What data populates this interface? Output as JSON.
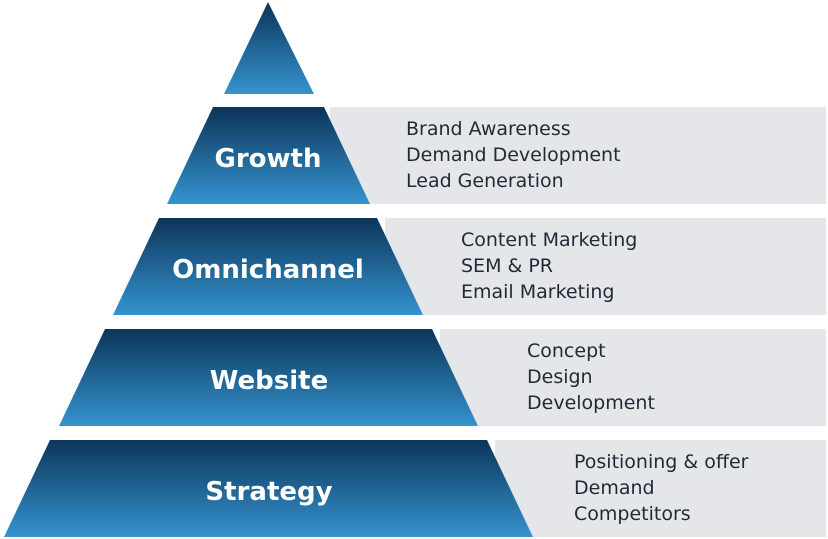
{
  "colors": {
    "tier_dark": "#0c3559",
    "tier_light": "#3593cf",
    "panel": "#e4e6e9",
    "label_text": "#ffffff",
    "item_text": "#1f2a36"
  },
  "pyramid": {
    "apex": {
      "label": ""
    },
    "tiers": [
      {
        "label": "Growth",
        "items": [
          "Brand Awareness",
          "Demand Development",
          "Lead Generation"
        ]
      },
      {
        "label": "Omnichannel",
        "items": [
          "Content Marketing",
          "SEM & PR",
          "Email Marketing"
        ]
      },
      {
        "label": "Website",
        "items": [
          "Concept",
          "Design",
          "Development"
        ]
      },
      {
        "label": "Strategy",
        "items": [
          "Positioning & offer",
          "Demand",
          "Competitors"
        ]
      }
    ]
  }
}
